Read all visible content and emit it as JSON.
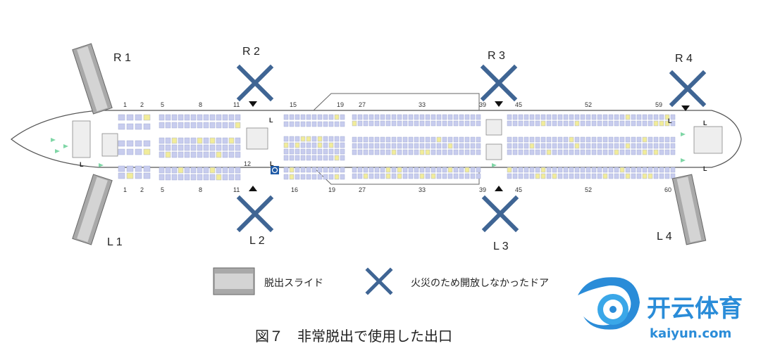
{
  "door_labels": {
    "R1": "R 1",
    "R2": "R 2",
    "R3": "R 3",
    "R4": "R 4",
    "L1": "L 1",
    "L2": "L 2",
    "L3": "L 3",
    "L4": "L 4"
  },
  "top_rows": [
    "1",
    "2",
    "5",
    "8",
    "11",
    "15",
    "19",
    "27",
    "33",
    "39",
    "45",
    "52",
    "59"
  ],
  "bottom_rows": [
    "1",
    "2",
    "5",
    "8",
    "11",
    "16",
    "19",
    "27",
    "33",
    "39",
    "45",
    "52",
    "60"
  ],
  "extra_row_12": "12",
  "lavatory_marks": [
    "L",
    "L",
    "L",
    "L",
    "L",
    "L"
  ],
  "legend": {
    "slide_label": "脱出スライド",
    "x_label": "火災のため開放しなかったドア"
  },
  "caption": "図７　非常脱出で使用した出口",
  "watermark": {
    "cn": "开云体育",
    "en": "kaiyun.com"
  },
  "colors": {
    "x_mark": "#3f6594",
    "slide": "#a9a9a9",
    "seat": "#c8cdee",
    "seat_yellow": "#f1ec9a",
    "fuselage": "#ffffff",
    "outline": "#555555",
    "brand_blue": "#2a8cd8"
  }
}
